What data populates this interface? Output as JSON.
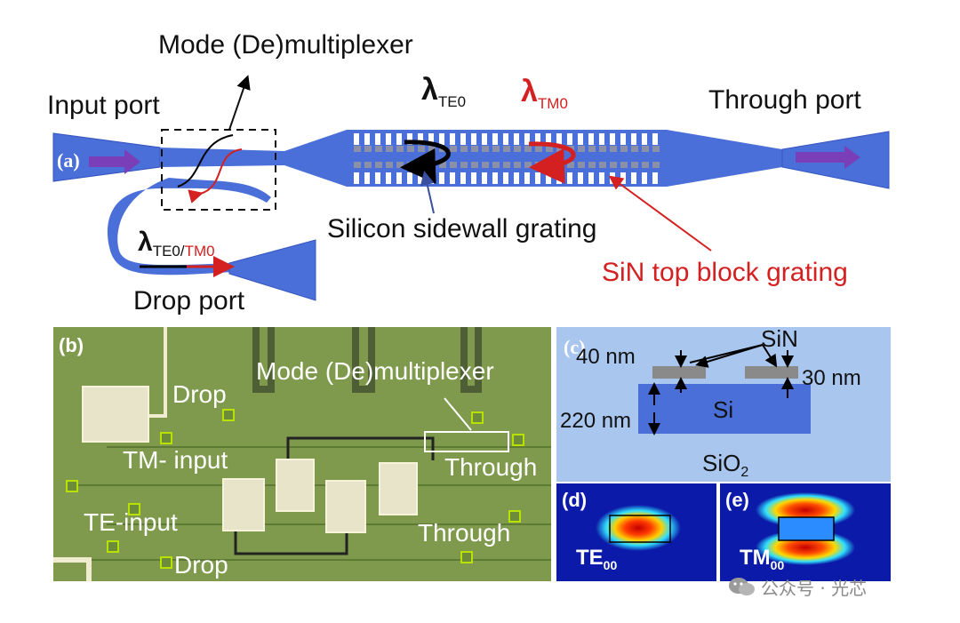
{
  "panel_a": {
    "tag": "(a)",
    "title": "Mode (De)multiplexer",
    "input_port": "Input port",
    "through_port": "Through port",
    "drop_port": "Drop port",
    "lambda": "λ",
    "te0_sub": "TE0",
    "tm0_sub": "TM0",
    "drop_sub_te": "TE0/",
    "drop_sub_tm": "TM0",
    "silicon_grating": "Silicon sidewall grating",
    "sin_grating": "SiN top block grating",
    "colors": {
      "waveguide": "#4a6fd8",
      "te_arrow": "#000000",
      "tm_arrow": "#d42020",
      "port_arrow": "#7a3fb8"
    }
  },
  "panel_b": {
    "tag": "(b)",
    "title": "Mode (De)multiplexer",
    "drop_top": "Drop",
    "tm_input": "TM- input",
    "through_top": "Through",
    "te_input": "TE-input",
    "through_bottom": "Through",
    "drop_bottom": "Drop",
    "colors": {
      "background": "#7f9a4c",
      "pad": "#e8e4c9"
    }
  },
  "panel_c": {
    "tag": "(c)",
    "sin": "SiN",
    "dim_40": "40 nm",
    "dim_30": "30 nm",
    "dim_220": "220 nm",
    "si": "Si",
    "sio2": "SiO",
    "sio2_sub": "2",
    "colors": {
      "cladding": "#a9c6ef",
      "silicon": "#4a6fd8",
      "sin": "#8a8a8a"
    }
  },
  "panel_d": {
    "tag": "(d)",
    "mode": "TE",
    "mode_sub": "00"
  },
  "panel_e": {
    "tag": "(e)",
    "mode": "TM",
    "mode_sub": "00"
  },
  "watermark": {
    "text": "公众号 · 光芯"
  }
}
